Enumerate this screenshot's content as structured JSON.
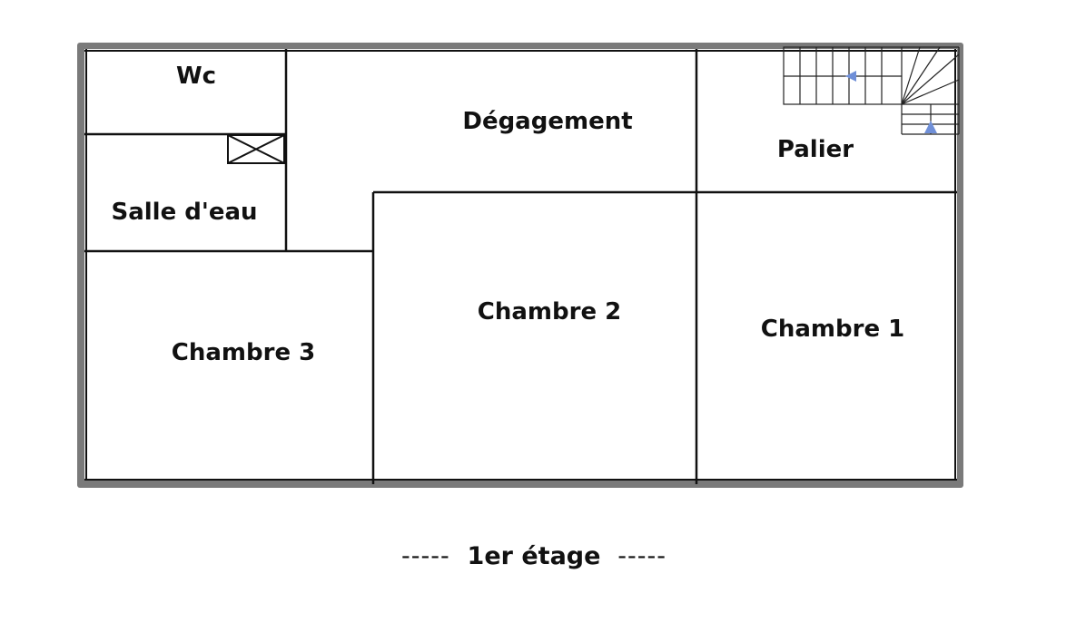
{
  "rooms": {
    "wc": "Wc",
    "salle_eau": "Salle d'eau",
    "degagement": "Dégagement",
    "palier": "Palier",
    "chambre_1": "Chambre 1",
    "chambre_2": "Chambre 2",
    "chambre_3": "Chambre 3"
  },
  "caption": {
    "left_dashes": "-----",
    "title": "1er étage",
    "right_dashes": "-----"
  },
  "colors": {
    "outer_wall": "#7a7a7a",
    "wall_line": "#111111",
    "stair_arrow": "#6f8fd8"
  },
  "icons": {
    "vent": "crossed-box-icon",
    "stairs": "staircase-icon"
  }
}
